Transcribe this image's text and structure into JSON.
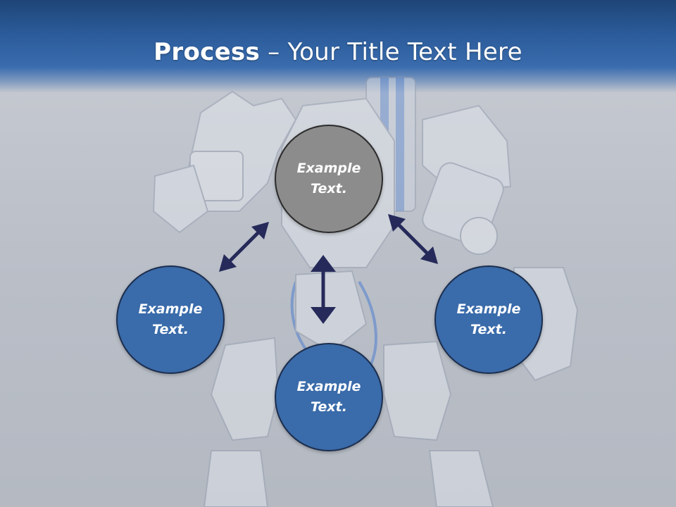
{
  "slide": {
    "title_bold": "Process",
    "title_rest": " – Your Title Text Here"
  },
  "nodes": {
    "center": "Example\nText.",
    "left": "Example\nText.",
    "right": "Example\nText.",
    "bottom": "Example\nText."
  },
  "colors": {
    "header": "#2a5a98",
    "node_blue": "#3a6baa",
    "node_gray": "#8c8c8c",
    "arrow": "#262a5a"
  }
}
